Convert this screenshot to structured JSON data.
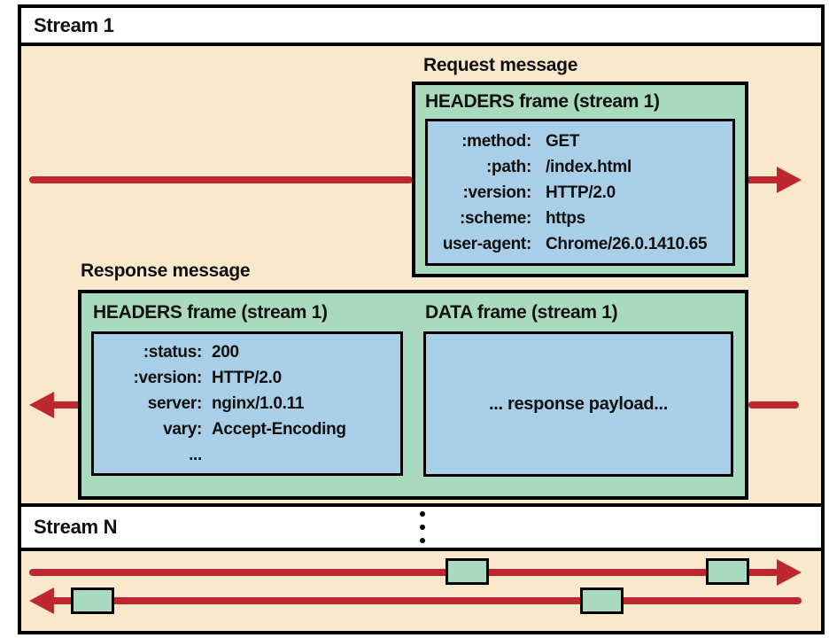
{
  "colors": {
    "bg_peach": "#FAE8CD",
    "frame_green": "#A9D9BE",
    "frame_blue": "#A8CFE7",
    "arrow_red": "#BE2730",
    "border_black": "#000000",
    "bar_white": "#FFFFFF"
  },
  "stream1": {
    "label": "Stream 1",
    "request": {
      "label": "Request message",
      "frame_title": "HEADERS frame (stream 1)",
      "headers": [
        {
          "key": ":method:",
          "value": "GET"
        },
        {
          "key": ":path:",
          "value": "/index.html"
        },
        {
          "key": ":version:",
          "value": "HTTP/2.0"
        },
        {
          "key": ":scheme:",
          "value": "https"
        },
        {
          "key": "user-agent:",
          "value": "Chrome/26.0.1410.65"
        }
      ]
    },
    "response": {
      "label": "Response message",
      "headers_frame_title": "HEADERS frame (stream 1)",
      "data_frame_title": "DATA frame (stream 1)",
      "headers": [
        {
          "key": ":status:",
          "value": "200"
        },
        {
          "key": ":version:",
          "value": "HTTP/2.0"
        },
        {
          "key": "server:",
          "value": "nginx/1.0.11"
        },
        {
          "key": "vary:",
          "value": "Accept-Encoding"
        },
        {
          "key": "...",
          "value": ""
        }
      ],
      "payload_text": "... response payload..."
    }
  },
  "streamN": {
    "label": "Stream N",
    "ellipsis_icon": "vertical-dots"
  }
}
